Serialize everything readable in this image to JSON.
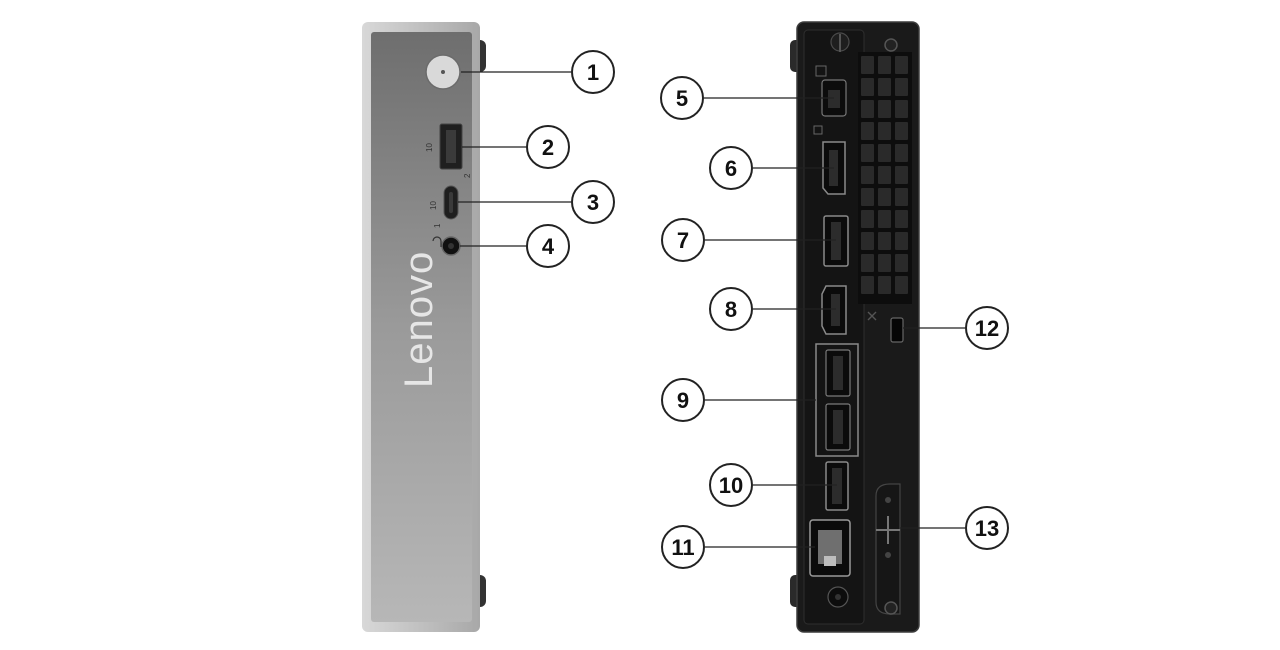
{
  "front_panel": {
    "brand": "Lenovo",
    "port_glyphs": {
      "usb_a_left": "10",
      "usb_a_right": "2",
      "usb_c_left": "10",
      "usb_c_right": "1"
    }
  },
  "callouts": [
    {
      "number": "1",
      "part": "power-button"
    },
    {
      "number": "2",
      "part": "front-usb-a"
    },
    {
      "number": "3",
      "part": "front-usb-c"
    },
    {
      "number": "4",
      "part": "audio-jack"
    },
    {
      "number": "5",
      "part": "power-connector"
    },
    {
      "number": "6",
      "part": "displayport"
    },
    {
      "number": "7",
      "part": "rear-usb-a-upper"
    },
    {
      "number": "8",
      "part": "hdmi"
    },
    {
      "number": "9",
      "part": "rear-usb-a-pair"
    },
    {
      "number": "10",
      "part": "rear-usb-a-lower"
    },
    {
      "number": "11",
      "part": "ethernet"
    },
    {
      "number": "12",
      "part": "security-lock-slot"
    },
    {
      "number": "13",
      "part": "expansion-knockout"
    }
  ],
  "colors": {
    "front_gray": "#8f8f8f",
    "front_bezel": "#c9c9c9",
    "rear_black": "#1a1a1a",
    "callout_stroke": "#222222"
  }
}
